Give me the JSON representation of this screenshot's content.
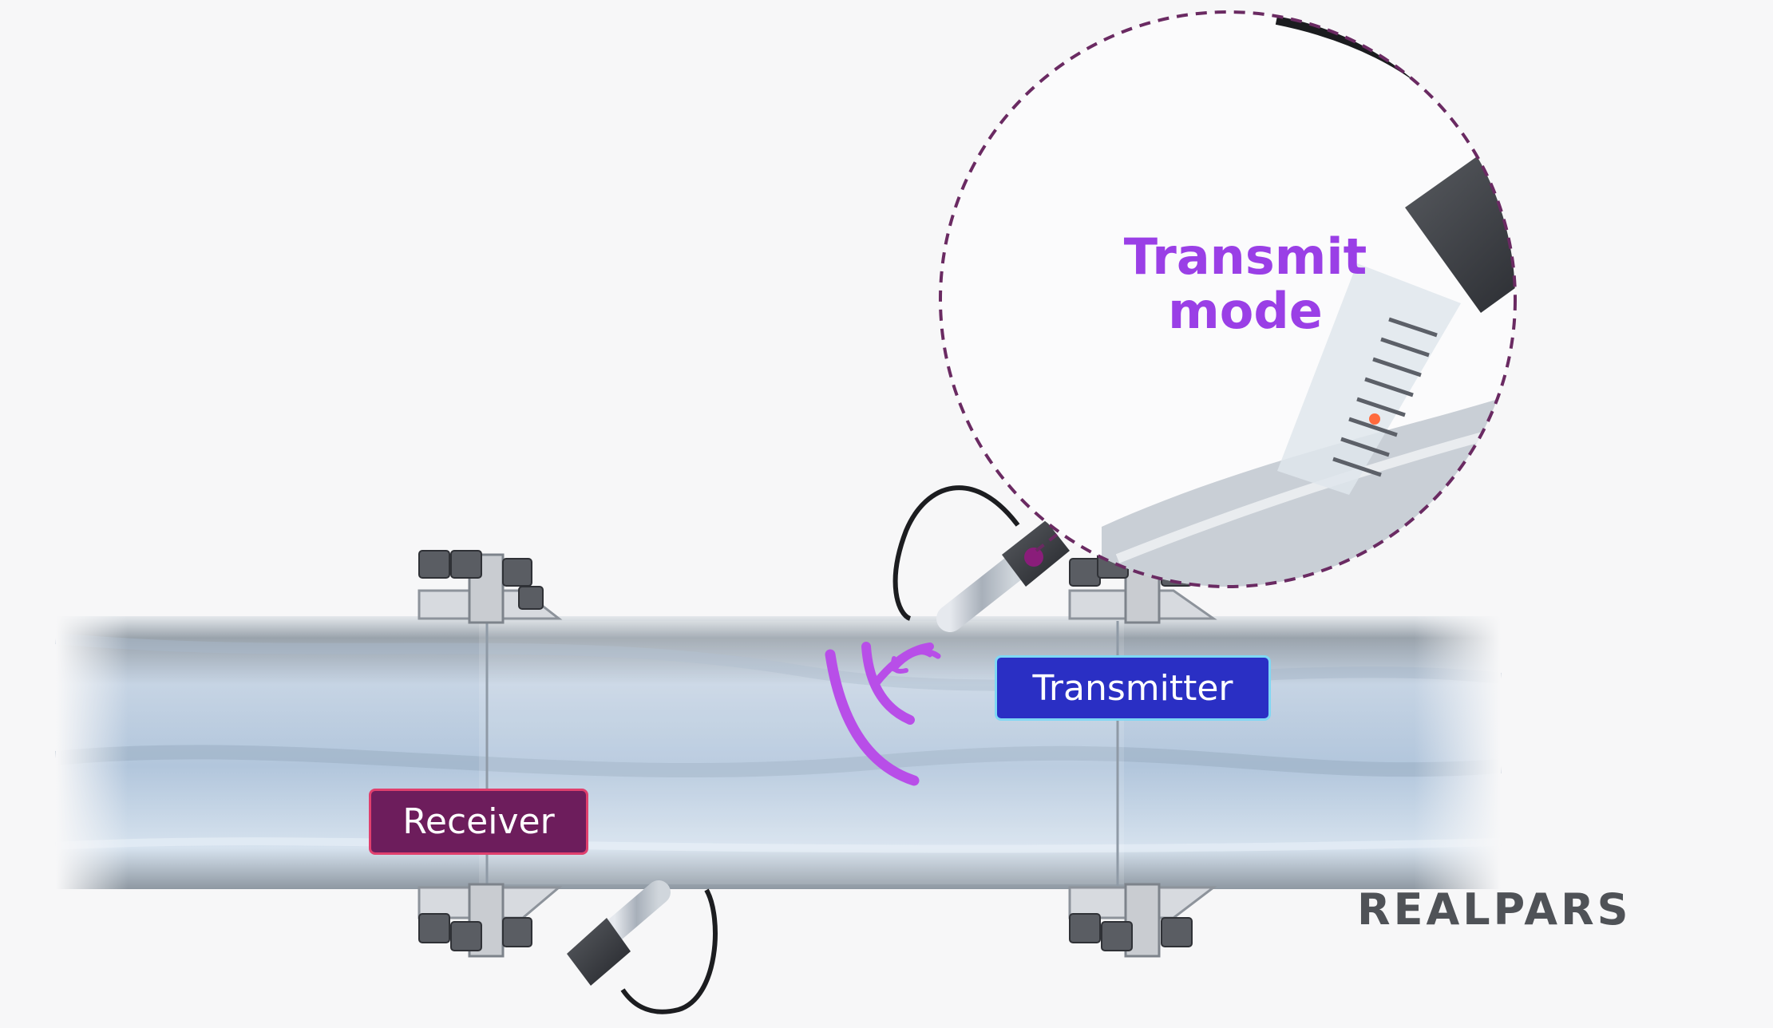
{
  "labels": {
    "transmitter": "Transmitter",
    "receiver": "Receiver"
  },
  "callout": {
    "line1": "Transmit",
    "line2": "mode"
  },
  "brand": {
    "logo_text": "REALPARS"
  },
  "colors": {
    "transmitter_tag": "#2a2fc4",
    "transmitter_tag_border": "#7fd8f4",
    "receiver_tag": "#6d1d5c",
    "receiver_tag_border": "#e0406e",
    "signal_waves": "#b84ee8",
    "callout_text": "#9a3fe6",
    "callout_outline": "#6a2a62",
    "pipe": "#c7d6e6"
  },
  "icons": [
    "ultrasonic-sensor-icon",
    "signal-wave-icon",
    "flange-bolt-icon"
  ]
}
